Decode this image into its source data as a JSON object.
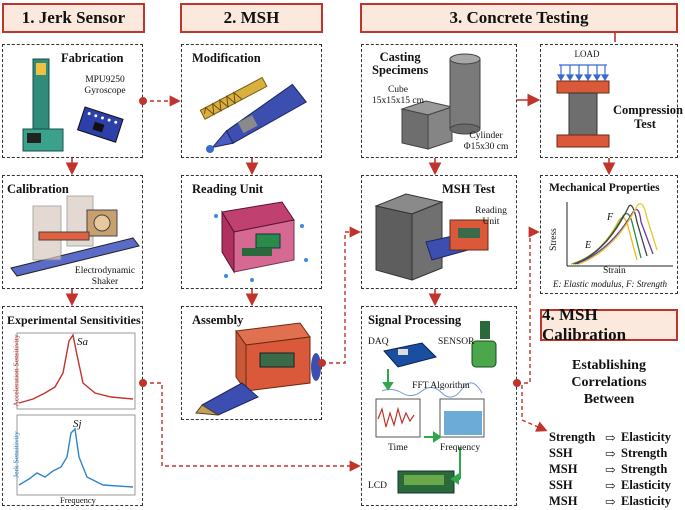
{
  "headers": {
    "jerk_sensor": "1. Jerk Sensor",
    "msh": "2. MSH",
    "concrete_testing": "3. Concrete Testing",
    "msh_calibration": "4. MSH Calibration"
  },
  "jerk_sensor": {
    "fabrication": {
      "title": "Fabrication",
      "label": "MPU9250\nGyroscope"
    },
    "calibration": {
      "title": "Calibration",
      "label": "Electrodynamic\nShaker"
    },
    "sensitivities": {
      "title": "Experimental Sensitivities",
      "top_ylabel": "Acceleration Sensitivity",
      "top_series": "Sa",
      "bottom_ylabel": "Jerk Sensitivity",
      "bottom_series": "Sj",
      "xlabel": "Frequency"
    }
  },
  "msh": {
    "modification": {
      "title": "Modification"
    },
    "reading_unit": {
      "title": "Reading Unit"
    },
    "assembly": {
      "title": "Assembly"
    }
  },
  "concrete": {
    "casting": {
      "title": "Casting\nSpecimens",
      "cube": "Cube\n15x15x15 cm",
      "cylinder": "Cylinder\nΦ15x30 cm"
    },
    "compression": {
      "load": "LOAD",
      "title": "Compression\nTest"
    },
    "mechanical": {
      "title": "Mechanical Properties",
      "ylabel": "Stress",
      "xlabel": "Strain",
      "f_label": "F",
      "e_label": "E",
      "caption": "E: Elastic modulus, F: Strength"
    },
    "msh_test": {
      "title": "MSH Test",
      "reading_unit": "Reading\nUnit"
    },
    "signal": {
      "title": "Signal Processing",
      "daq": "DAQ",
      "sensor": "SENSOR",
      "fft": "FFT Algorithm",
      "time": "Time",
      "frequency": "Frequency",
      "lcd": "LCD"
    }
  },
  "calibration_msh": {
    "heading": "Establishing\nCorrelations\nBetween",
    "rows": [
      {
        "left": "Strength",
        "right": "Elasticity"
      },
      {
        "left": "SSH",
        "right": "Strength"
      },
      {
        "left": "MSH",
        "right": "Strength"
      },
      {
        "left": "SSH",
        "right": "Elasticity"
      },
      {
        "left": "MSH",
        "right": "Elasticity"
      }
    ],
    "arrow": "⇨"
  },
  "colors": {
    "accent": "#c0342b",
    "header_bg": "#fbe9dd",
    "device_red": "#d9593a",
    "device_blue": "#3c4fb0"
  }
}
